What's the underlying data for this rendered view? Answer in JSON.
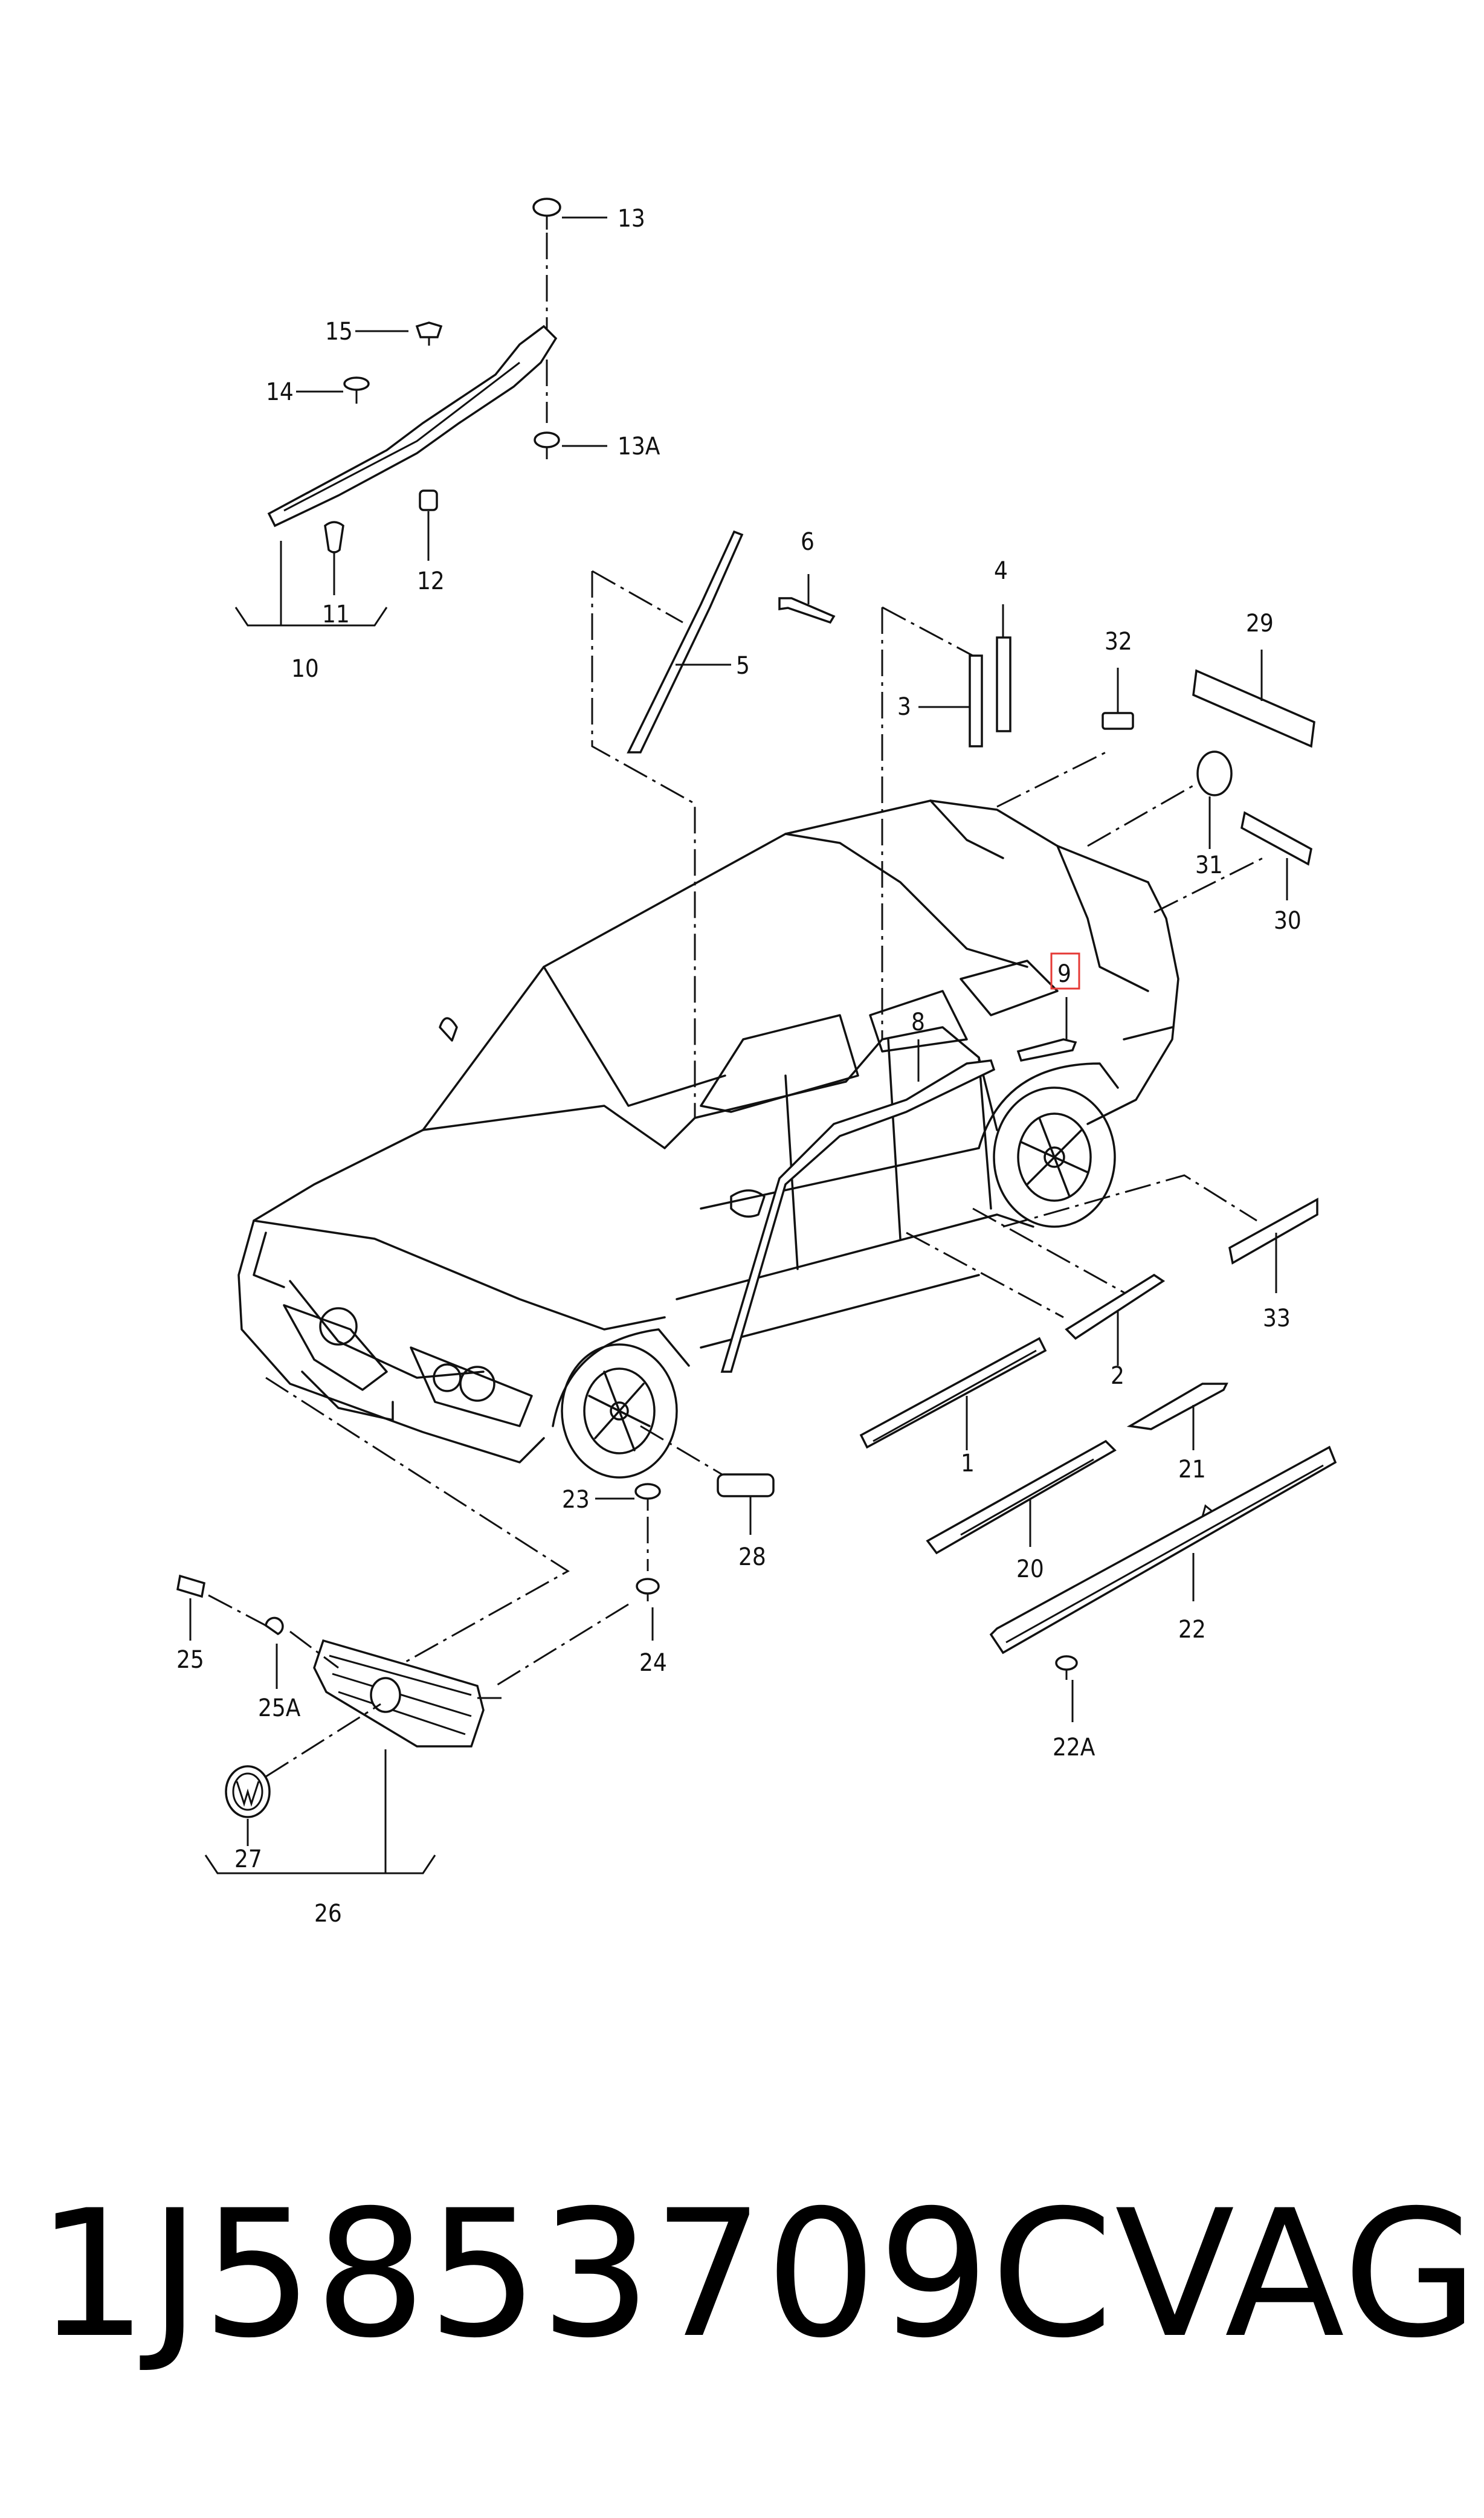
{
  "callouts": {
    "c1": "1",
    "c2": "2",
    "c3": "3",
    "c4": "4",
    "c5": "5",
    "c6": "6",
    "c8": "8",
    "c9": "9",
    "c10": "10",
    "c11": "11",
    "c12": "12",
    "c13": "13",
    "c13a": "13A",
    "c14": "14",
    "c15": "15",
    "c20": "20",
    "c21": "21",
    "c22": "22",
    "c22a": "22A",
    "c23": "23",
    "c24": "24",
    "c25": "25",
    "c25a": "25A",
    "c26": "26",
    "c27": "27",
    "c28": "28",
    "c29": "29",
    "c30": "30",
    "c31": "31",
    "c32": "32",
    "c33": "33"
  },
  "highlight": {
    "callout": "9",
    "color": "#e53935"
  },
  "footer": {
    "part_number": "1J5853709C",
    "brand": "VAG"
  },
  "icons": [
    "vw-logo-emblem",
    "clip-icon",
    "screw-icon"
  ]
}
